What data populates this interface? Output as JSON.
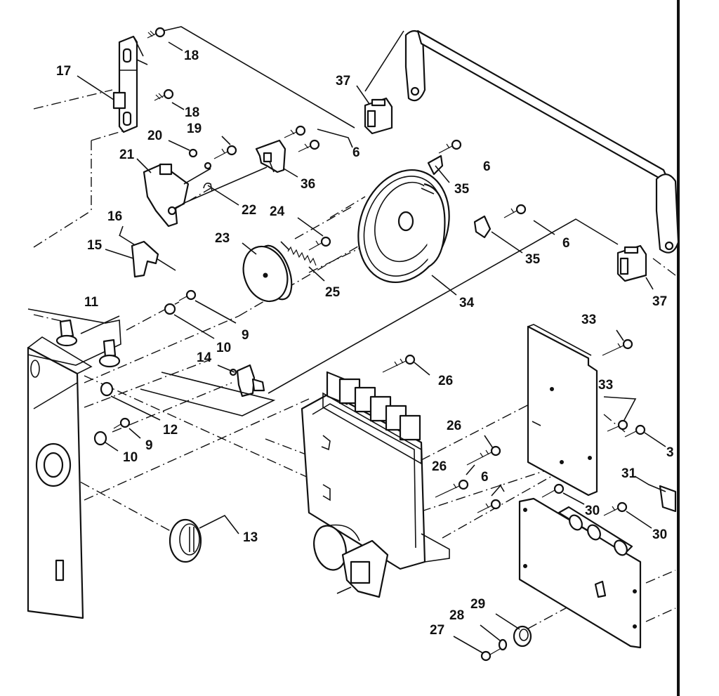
{
  "labels": [
    {
      "id": "l17",
      "text": "17"
    },
    {
      "id": "l18a",
      "text": "18"
    },
    {
      "id": "l18b",
      "text": "18"
    },
    {
      "id": "l37a",
      "text": "37"
    },
    {
      "id": "l19",
      "text": "19"
    },
    {
      "id": "l20",
      "text": "20"
    },
    {
      "id": "l6a",
      "text": "6"
    },
    {
      "id": "l21",
      "text": "21"
    },
    {
      "id": "l6b",
      "text": "6"
    },
    {
      "id": "l36",
      "text": "36"
    },
    {
      "id": "l35a",
      "text": "35"
    },
    {
      "id": "l22",
      "text": "22"
    },
    {
      "id": "l24",
      "text": "24"
    },
    {
      "id": "l16",
      "text": "16"
    },
    {
      "id": "l6c",
      "text": "6"
    },
    {
      "id": "l23",
      "text": "23"
    },
    {
      "id": "l15",
      "text": "15"
    },
    {
      "id": "l35b",
      "text": "35"
    },
    {
      "id": "l25",
      "text": "25"
    },
    {
      "id": "l34",
      "text": "34"
    },
    {
      "id": "l37b",
      "text": "37"
    },
    {
      "id": "l11",
      "text": "11"
    },
    {
      "id": "l9a",
      "text": "9"
    },
    {
      "id": "l33a",
      "text": "33"
    },
    {
      "id": "l10a",
      "text": "10"
    },
    {
      "id": "l14",
      "text": "14"
    },
    {
      "id": "l26a",
      "text": "26"
    },
    {
      "id": "l33b",
      "text": "33"
    },
    {
      "id": "l12",
      "text": "12"
    },
    {
      "id": "l26b",
      "text": "26"
    },
    {
      "id": "l9b",
      "text": "9"
    },
    {
      "id": "l3",
      "text": "3"
    },
    {
      "id": "l10b",
      "text": "10"
    },
    {
      "id": "l26c",
      "text": "26"
    },
    {
      "id": "l31",
      "text": "31"
    },
    {
      "id": "l6d",
      "text": "6"
    },
    {
      "id": "l30a",
      "text": "30"
    },
    {
      "id": "l30b",
      "text": "30"
    },
    {
      "id": "l13",
      "text": "13"
    },
    {
      "id": "l29",
      "text": "29"
    },
    {
      "id": "l28",
      "text": "28"
    },
    {
      "id": "l27",
      "text": "27"
    }
  ]
}
